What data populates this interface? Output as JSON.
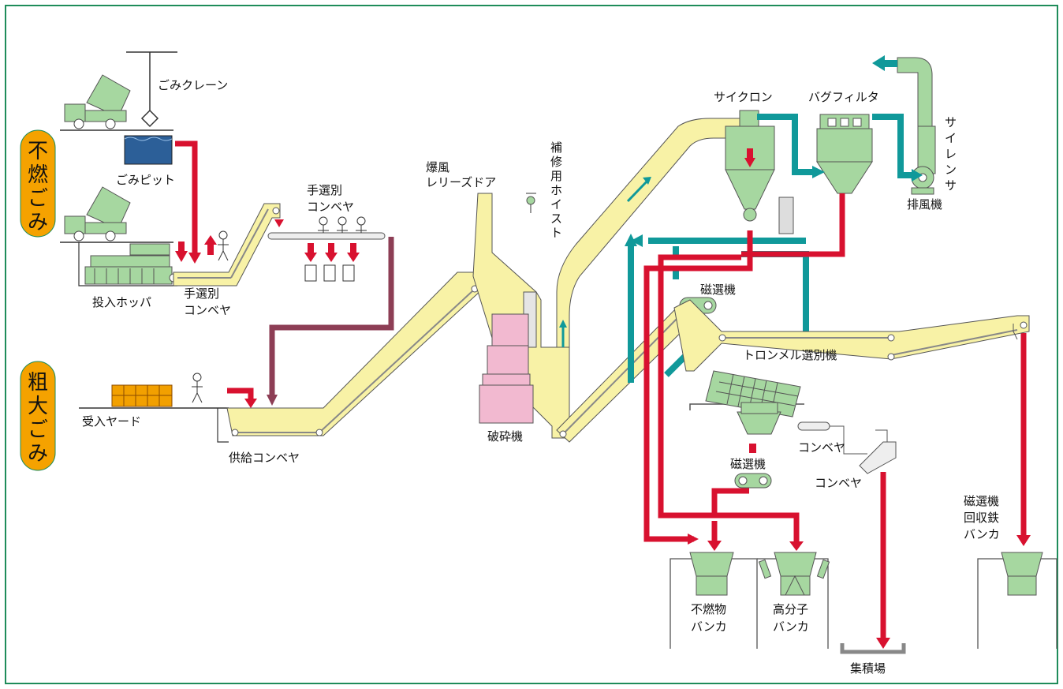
{
  "diagram": {
    "side_labels": {
      "incombustible_1": "不",
      "incombustible_2": "燃",
      "incombustible_3": "ご",
      "incombustible_4": "み",
      "oversized_1": "粗",
      "oversized_2": "大",
      "oversized_3": "ご",
      "oversized_4": "み"
    },
    "labels": {
      "crane": "ごみクレーン",
      "pit": "ごみピット",
      "hopper": "投入ホッパ",
      "hand_conveyor_a_1": "手選別",
      "hand_conveyor_a_2": "コンベヤ",
      "hand_conveyor_b_1": "手選別",
      "hand_conveyor_b_2": "コンベヤ",
      "yard": "受入ヤード",
      "feed_conveyor": "供給コンベヤ",
      "blast_door_1": "爆風",
      "blast_door_2": "レリーズドア",
      "hoist_1": "補",
      "hoist_2": "修",
      "hoist_3": "用",
      "hoist_4": "ホ",
      "hoist_5": "イ",
      "hoist_6": "ス",
      "hoist_7": "ト",
      "crusher": "破砕機",
      "cyclone": "サイクロン",
      "bag_filter": "バグフィルタ",
      "silencer_1": "サ",
      "silencer_2": "イ",
      "silencer_3": "レ",
      "silencer_4": "ン",
      "silencer_5": "サ",
      "exhaust_fan": "排風機",
      "magnet_1": "磁選機",
      "trommel": "トロンメル選別機",
      "conveyor_1": "コンベヤ",
      "magnet_2": "磁選機",
      "conveyor_2": "コンベヤ",
      "magnet_bunker_1": "磁選機",
      "magnet_bunker_2": "回収鉄",
      "magnet_bunker_3": "バンカ",
      "incomb_bunker_1": "不燃物",
      "incomb_bunker_2": "バンカ",
      "polymer_bunker_1": "高分子",
      "polymer_bunker_2": "バンカ",
      "collection": "集積場"
    },
    "colors": {
      "frame": "#1e8c5a",
      "conveyor": "#f8f2a6",
      "machine": "#a6d7a0",
      "red_flow": "#d8112f",
      "teal_flow": "#10999a",
      "maroon_flow": "#8d3e55",
      "crusher": "#f2b9d0",
      "badge": "#f5a200",
      "pit_water": "#2c5f98",
      "yard_boxes": "#f2a000"
    }
  }
}
